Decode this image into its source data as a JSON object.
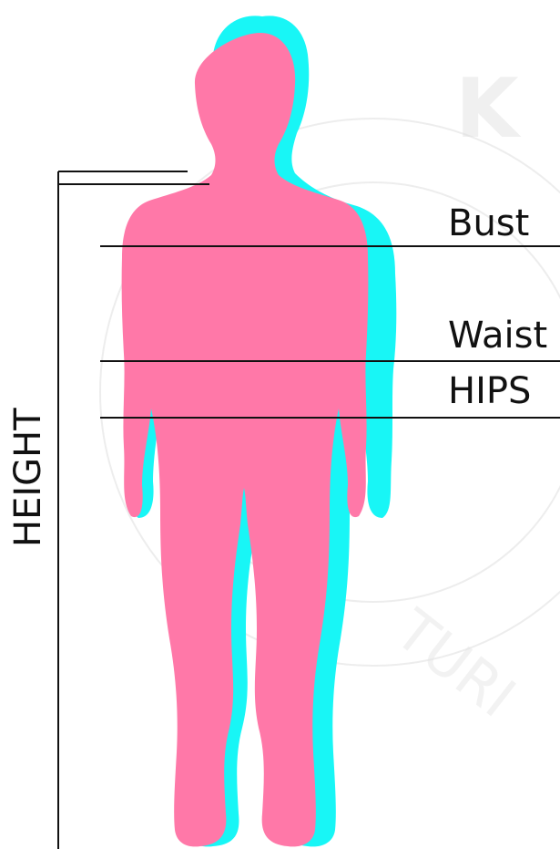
{
  "measurement_labels": {
    "bust": "Bust",
    "waist": "Waist",
    "hips": "HIPS",
    "height": "HEIGHT"
  },
  "colors": {
    "figure_fill": "#ff78a8",
    "shadow_fill": "#18f6f6",
    "line_color": "#111111",
    "background": "#ffffff"
  }
}
